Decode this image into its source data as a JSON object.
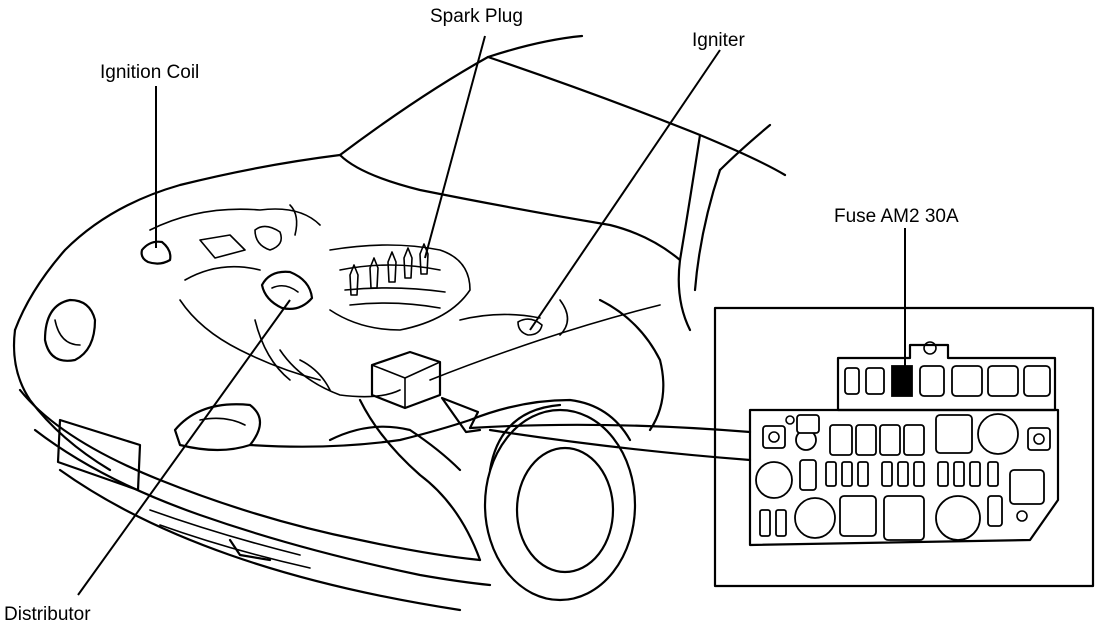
{
  "labels": {
    "spark_plug": "Spark Plug",
    "igniter": "Igniter",
    "ignition_coil": "Ignition Coil",
    "fuse": "Fuse AM2 30A",
    "distributor": "Distributor"
  },
  "colors": {
    "line": "#000000",
    "background": "#ffffff",
    "highlighted_fuse": "#000000"
  }
}
